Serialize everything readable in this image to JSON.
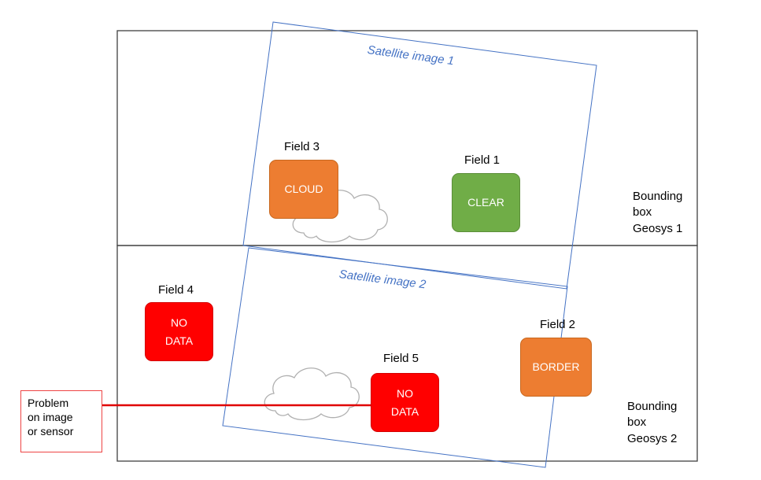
{
  "boxes": {
    "geosys1_label": "Bounding\nbox\nGeosys 1",
    "geosys2_label": "Bounding\nbox\nGeosys 2"
  },
  "satellites": {
    "image1_label": "Satellite image 1",
    "image2_label": "Satellite image 2"
  },
  "fields": {
    "field1": {
      "name": "Field 1",
      "status": "CLEAR"
    },
    "field2": {
      "name": "Field 2",
      "status": "BORDER"
    },
    "field3": {
      "name": "Field 3",
      "status": "CLOUD"
    },
    "field4": {
      "name": "Field 4",
      "status": "NO\nDATA"
    },
    "field5": {
      "name": "Field 5",
      "status": "NO\nDATA"
    }
  },
  "problem_note": "Problem\n  on image\nor sensor",
  "colors": {
    "clear": "#70ad47",
    "orange": "#ed7d31",
    "no_data": "#ff0000",
    "satellite_outline": "#4472c4",
    "problem_line": "#e00000"
  },
  "icons": [
    "cloud-icon"
  ]
}
